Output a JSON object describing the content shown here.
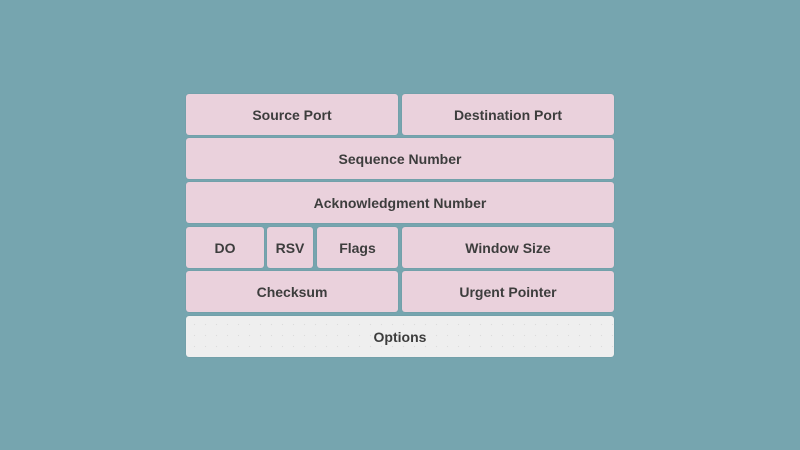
{
  "diagram": {
    "fields": {
      "source_port": "Source Port",
      "destination_port": "Destination Port",
      "sequence_number": "Sequence Number",
      "acknowledgment_number": "Acknowledgment Number",
      "data_offset": "DO",
      "reserved": "RSV",
      "flags": "Flags",
      "window_size": "Window Size",
      "checksum": "Checksum",
      "urgent_pointer": "Urgent Pointer",
      "options": "Options"
    }
  },
  "colors": {
    "background": "#76a5af",
    "field_fill": "#ead1dc",
    "options_fill": "#efefef",
    "text": "#3d3d3d"
  }
}
